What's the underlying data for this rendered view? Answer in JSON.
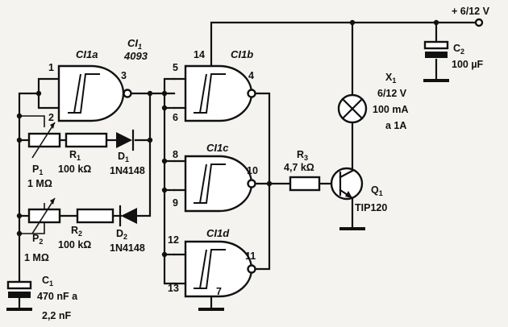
{
  "ic": {
    "name": "CI",
    "sub": "1",
    "part": "4093"
  },
  "gates": {
    "a": {
      "label": "CI1a",
      "pin_in1": "1",
      "pin_in2": "2",
      "pin_out": "3"
    },
    "b": {
      "label": "CI1b",
      "pin_in1": "5",
      "pin_in2": "6",
      "pin_out": "4",
      "pin_vdd": "14"
    },
    "c": {
      "label": "CI1c",
      "pin_in1": "8",
      "pin_in2": "9",
      "pin_out": "10"
    },
    "d": {
      "label": "CI1d",
      "pin_in1": "12",
      "pin_in2": "13",
      "pin_out": "11",
      "pin_gnd": "7"
    }
  },
  "supply": {
    "label": "+ 6/12 V"
  },
  "c2": {
    "ref": "C",
    "sub": "2",
    "value": "100 µF"
  },
  "x1": {
    "ref": "X",
    "sub": "1",
    "line1": "6/12 V",
    "line2": "100 mA",
    "line3": "a 1A"
  },
  "r3": {
    "ref": "R",
    "sub": "3",
    "value": "4,7 kΩ"
  },
  "q1": {
    "ref": "Q",
    "sub": "1",
    "part": "TIP120"
  },
  "p1": {
    "ref": "P",
    "sub": "1",
    "value": "1 MΩ"
  },
  "r1": {
    "ref": "R",
    "sub": "1",
    "value": "100 kΩ"
  },
  "d1": {
    "ref": "D",
    "sub": "1",
    "part": "1N4148"
  },
  "p2": {
    "ref": "P",
    "sub": "2",
    "value": "1 MΩ"
  },
  "r2": {
    "ref": "R",
    "sub": "2",
    "value": "100 kΩ"
  },
  "d2": {
    "ref": "D",
    "sub": "2",
    "part": "1N4148"
  },
  "c1": {
    "ref": "C",
    "sub": "1",
    "line1": "470 nF a",
    "line2": "2,2 nF"
  }
}
